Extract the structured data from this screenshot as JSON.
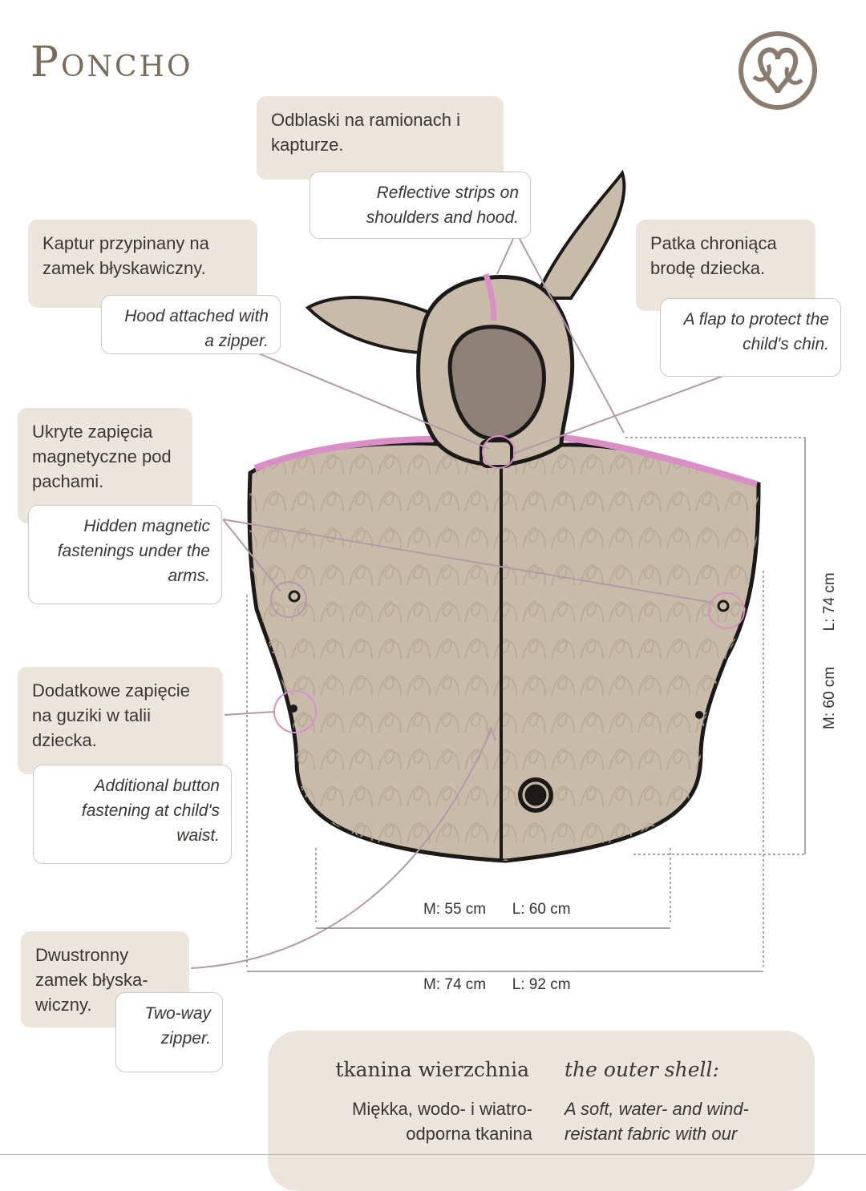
{
  "page": {
    "title": "Poncho"
  },
  "callouts": {
    "reflective": {
      "pl": "Odblaski na ramionach i kapturze.",
      "en": "Reflective strips on shoulders and hood."
    },
    "hood": {
      "pl": "Kaptur przypinany na zamek błyskawiczny.",
      "en": "Hood attached with a zipper."
    },
    "flap": {
      "pl": "Patka chroniąca brodę dziecka.",
      "en": "A flap to protect the child's chin."
    },
    "magnetic": {
      "pl": "Ukryte zapięcia magnetyczne pod pachami.",
      "en": "Hidden magnetic fastenings under the arms."
    },
    "button": {
      "pl": "Dodatkowe zapięcie na guziki w talii dziecka.",
      "en": "Additional button fastening at child's waist."
    },
    "zipper": {
      "pl": "Dwustronny zamek błyska- wiczny.",
      "en": "Two-way zipper."
    }
  },
  "dimensions": {
    "inner_width": {
      "m": "M: 55 cm",
      "l": "L: 60 cm"
    },
    "outer_width": {
      "m": "M: 74 cm",
      "l": "L: 92 cm"
    },
    "height": {
      "m": "M: 60 cm",
      "l": "L: 74 cm"
    }
  },
  "fabric": {
    "pl_heading": "tkanina wierzchnia",
    "en_heading": "the outer shell:",
    "pl_text": "Miękka, wodo- i wiatro- odporna tkanina",
    "en_text": "A soft, water- and wind- reistant fabric with our"
  },
  "colors": {
    "body": "#c9bba9",
    "accent_pink": "#d98fc6",
    "outline": "#1c1a18",
    "box_fill": "#ebe5de",
    "leader": "#b39aa8"
  }
}
